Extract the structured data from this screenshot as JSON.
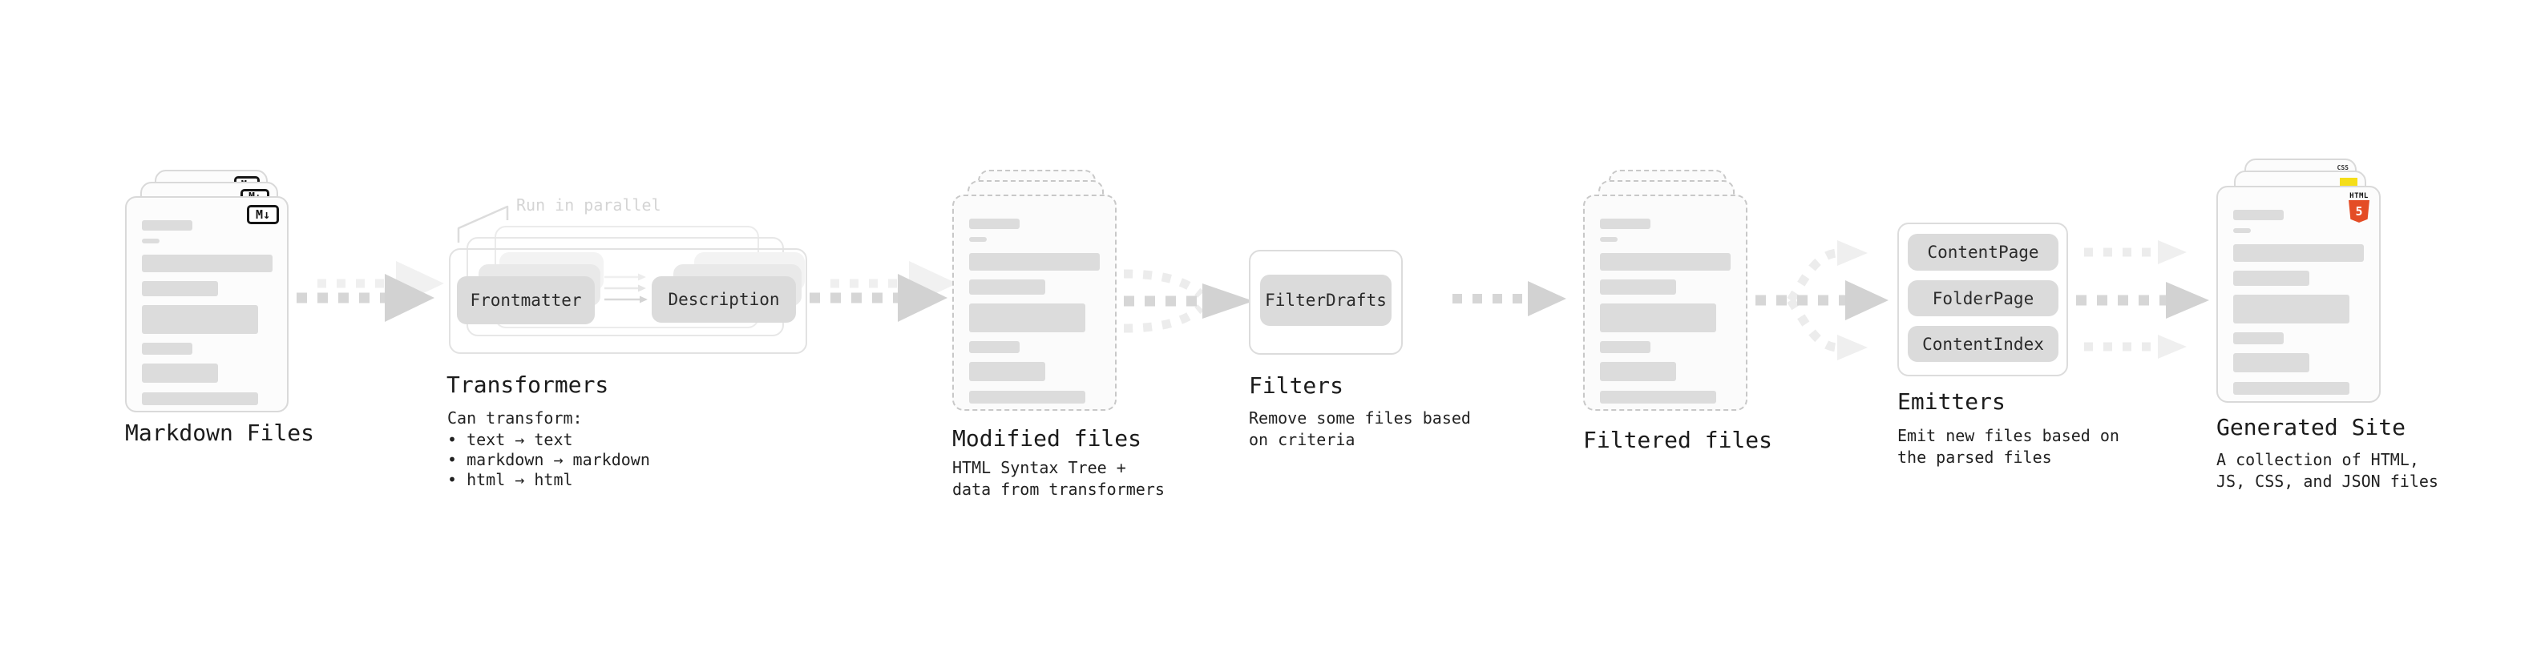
{
  "diagram": {
    "stages": {
      "markdown": {
        "title": "Markdown Files",
        "badge": "M↓"
      },
      "transformers": {
        "title": "Transformers",
        "subtitle": "Can transform:",
        "bullets": [
          "• text → text",
          "• markdown → markdown",
          "• html → html"
        ],
        "pill_left": "Frontmatter",
        "pill_right": "Description",
        "annotation": "Run in parallel"
      },
      "modified": {
        "title": "Modified files",
        "desc1": "HTML Syntax Tree +",
        "desc2": "data from transformers"
      },
      "filters": {
        "title": "Filters",
        "desc1": "Remove some files based",
        "desc2": "on criteria",
        "pill": "FilterDrafts"
      },
      "filtered": {
        "title": "Filtered files"
      },
      "emitters": {
        "title": "Emitters",
        "desc1": "Emit new files based on",
        "desc2": "the parsed files",
        "pills": [
          "ContentPage",
          "FolderPage",
          "ContentIndex"
        ]
      },
      "generated": {
        "title": "Generated Site",
        "desc1": "A collection of HTML,",
        "desc2": "JS, CSS, and JSON files",
        "badge_html_word": "HTML",
        "badge_html_num": "5",
        "badge_css": "CSS"
      }
    },
    "colors": {
      "html5_orange": "#e44d26",
      "js_yellow": "#f5de19",
      "css_blue": "#2965f1",
      "arrow_dark": "#d4d4d4",
      "arrow_light": "#ededed",
      "text_dark": "#1b1b1b"
    }
  }
}
